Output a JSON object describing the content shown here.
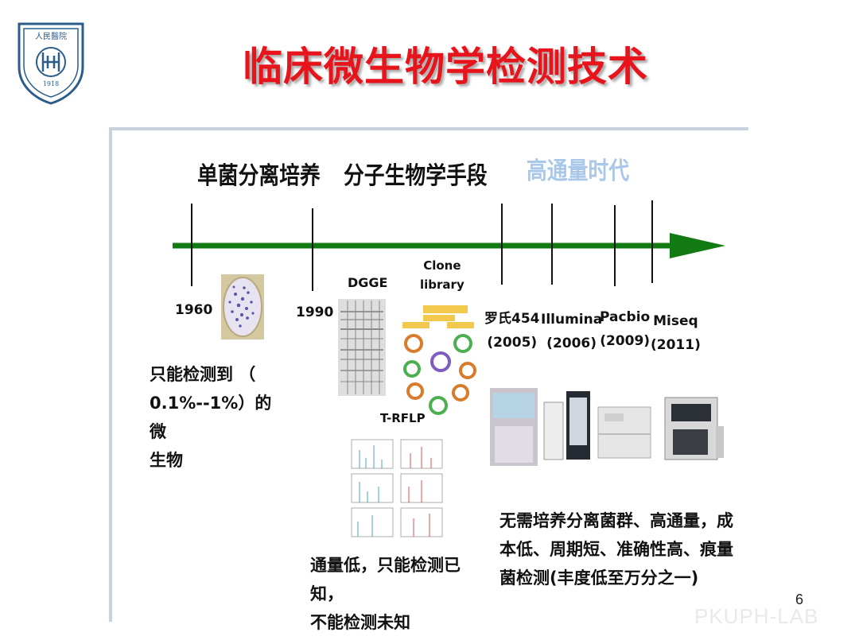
{
  "title": "临床微生物学检测技术",
  "logo": {
    "text": "人民醫院",
    "year": "1918"
  },
  "eras": [
    {
      "label": "单菌分离培养"
    },
    {
      "label": "分子生物学手段"
    },
    {
      "label": "高通量时代"
    }
  ],
  "years": {
    "y1960": "1960",
    "y1990": "1990"
  },
  "methods": {
    "dgge": "DGGE",
    "clone_line1": "Clone",
    "clone_line2": "library",
    "trflp": "T-RFLP"
  },
  "technologies": [
    {
      "name": "罗氏454",
      "year": "(2005)"
    },
    {
      "name": "Illumina",
      "year": "(2006)"
    },
    {
      "name": "Pacbio",
      "year": "(2009)"
    },
    {
      "name": "Miseq",
      "year": "(2011)"
    }
  ],
  "descriptions": {
    "culture": [
      "只能检测到  （",
      "0.1%--1%）的微",
      "生物"
    ],
    "molecular": [
      "通量低，只能检测已知，",
      "不能检测未知"
    ],
    "highthroughput": [
      "无需培养分离菌群、高通量，成",
      "本低、周期短、准确性高、痕量",
      "菌检测(丰度低至万分之一)"
    ]
  },
  "colors": {
    "title": "#e8141c",
    "timeline": "#127a12",
    "era3": "#a9c7e8",
    "frame": "#c7d3de"
  },
  "page_number": "6",
  "watermark": "PKUPH-LAB"
}
